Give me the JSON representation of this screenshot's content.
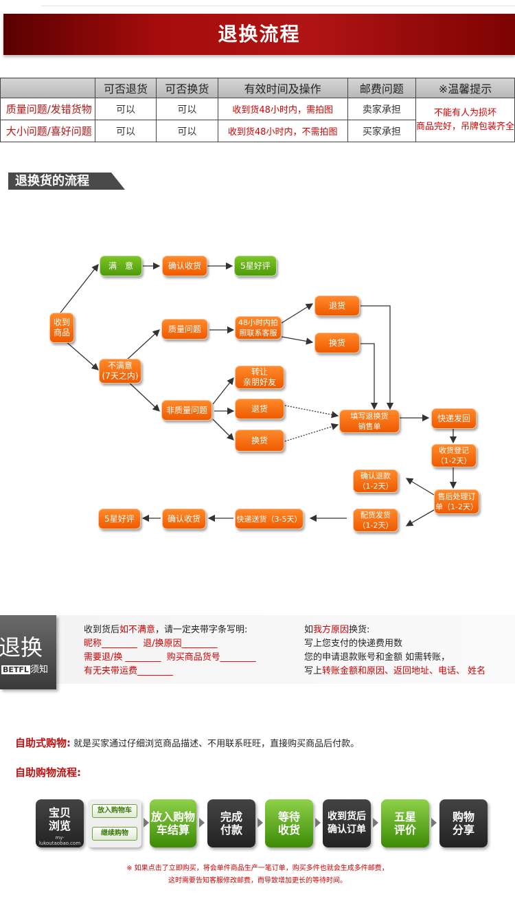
{
  "banner": {
    "title": "退换流程"
  },
  "table": {
    "headers": [
      "",
      "可否退货",
      "可否换货",
      "有效时间及操作",
      "邮费问题",
      "※温馨提示"
    ],
    "rows": [
      {
        "label": "质量问题/发错货物",
        "returnable": "可以",
        "exchangeable": "可以",
        "time": "收到货48小时内，需拍图",
        "postage": "卖家承担"
      },
      {
        "label": "大小问题/喜好问题",
        "returnable": "可以",
        "exchangeable": "可以",
        "time": "收到货48小时内，不需拍图",
        "postage": "买家承担"
      }
    ],
    "tip_line1": "不能有人为损坏",
    "tip_line2": "商品完好，吊牌包装齐全"
  },
  "section": {
    "title": "退换货的流程"
  },
  "flow": {
    "receive": "收到\n商品",
    "satisfied": "满　意",
    "confirm1": "确认收货",
    "star1": "5星好评",
    "unsatisfied": "不满意\n(7天之内)",
    "quality": "质量问题",
    "photo": "48小时内拍\n照联系客服",
    "return1": "退货",
    "exchange1": "换货",
    "nonquality": "非质量问题",
    "transfer": "转让\n亲朋好友",
    "return2": "退货",
    "exchange2": "换货",
    "fillform": "填写退换货\n销售单",
    "express_back": "快递发回",
    "receipt": "收货登记\n（1-2天）",
    "aftersale": "售后处理订\n单（1-2天）",
    "refund": "确认退款\n（1-2天）",
    "ship": "配货发货\n（1-2天）",
    "express_send": "快递送货（3-5天）",
    "confirm2": "确认收货",
    "star2": "5星好评"
  },
  "notice": {
    "logo_big": "退换",
    "logo_brand": "BETFL",
    "logo_small": "须知",
    "l1a": "收到货后",
    "l1b": "如不满意",
    "l1c": "，请一定夹带字条写明:",
    "l2a": "昵称________",
    "l2b": "退/换原因________",
    "l3a": "需要退/换 ________",
    "l3b": "购买商品货号________",
    "l4": "有无夹带运费________",
    "r1a": "如",
    "r1b": "我方原因",
    "r1c": "换货:",
    "r2": "写上您支付的快递费用数",
    "r3": "您的申请退款账号和金额 如需转账，",
    "r4a": "写上",
    "r4b": "转账金额和原因、返回地址、电话、 姓名"
  },
  "selfservice": {
    "label": "自助式购物:",
    "desc": "就是买家通过仔细浏览商品描述、不用联系旺旺，直接购买商品后付款。",
    "flow_title": "自助购物流程:"
  },
  "steps": {
    "browse": "宝贝\n浏览",
    "url": "my-lukoutaobao.com",
    "cart_btn": "放入购物车",
    "continue_btn": "继续购物",
    "cart_checkout": "放入购物\n车结算",
    "pay": "完成\n付款",
    "wait": "等待\n收货",
    "confirm": "收到货后\n确认订单",
    "rate": "五星\n评价",
    "share": "购物\n分享"
  },
  "footnote": {
    "line1": "※ 如果点击了立即购买，将会单件商品生产一笔订单，购买多件也就会生成多件邮费，",
    "line2": "这时需要告知客服修改邮费，而导致增加更长的等待时间。"
  }
}
